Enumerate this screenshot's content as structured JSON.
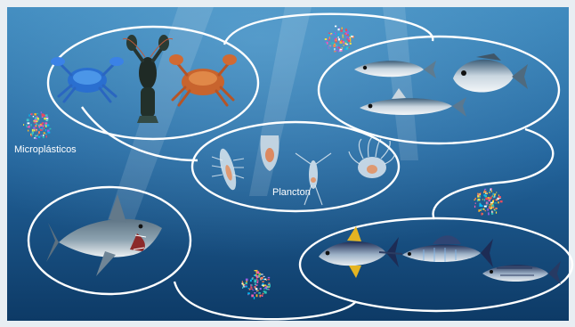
{
  "labels": {
    "microplastics": "Microplásticos",
    "plankton": "Plancton"
  },
  "groups": [
    {
      "name": "crustaceans",
      "members": [
        "crab-blue",
        "lobster",
        "crab-red"
      ]
    },
    {
      "name": "small-fish",
      "members": [
        "sardine",
        "bream",
        "mackerel"
      ]
    },
    {
      "name": "plankton",
      "members": [
        "copepod",
        "larva",
        "jellyfish-larva",
        "medusa"
      ]
    },
    {
      "name": "shark",
      "members": [
        "shark"
      ]
    },
    {
      "name": "large-fish",
      "members": [
        "tuna",
        "marlin",
        "bonito"
      ]
    }
  ],
  "icons": [
    "microplastic-cluster-icon"
  ],
  "colors": {
    "ocean_top": "#2f78ad",
    "ocean_bottom": "#0e3d6b",
    "outline": "#ffffff",
    "frame": "#e8eef3"
  }
}
